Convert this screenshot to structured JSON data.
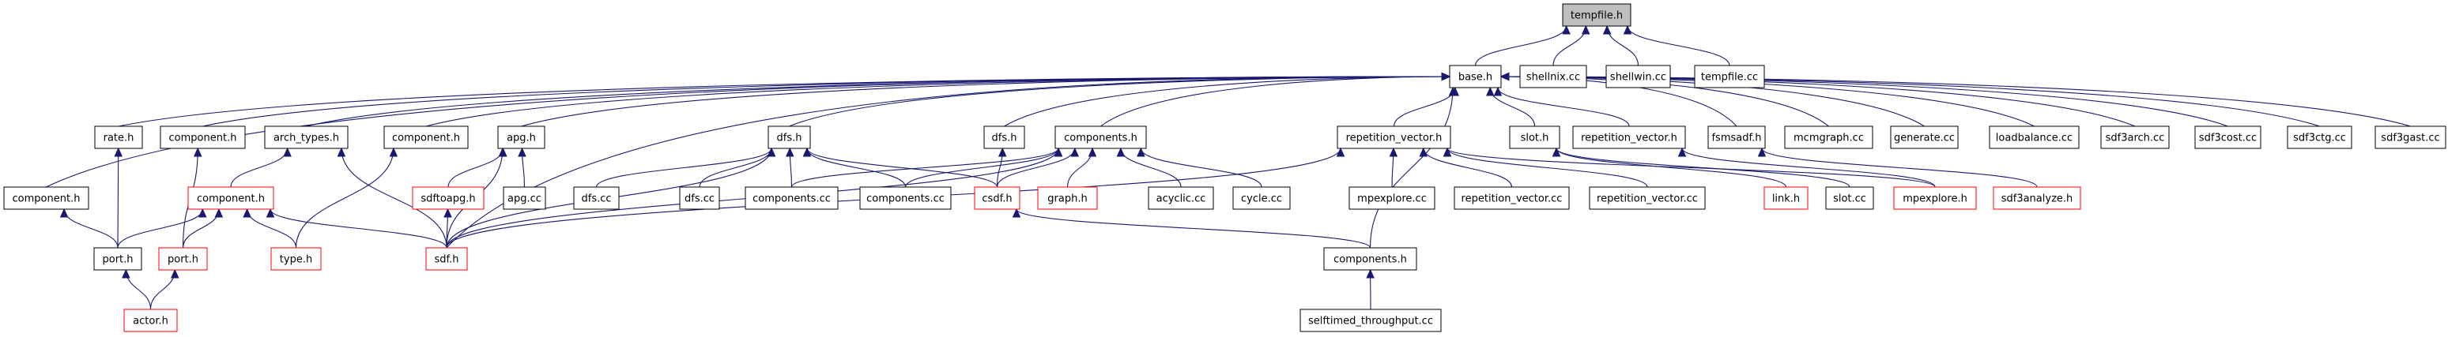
{
  "title": "tempfile.h include dependency graph",
  "colors": {
    "edge": "#191970",
    "root_fill": "#bfbfbf",
    "normal_border": "#000000",
    "truncated_border": "#ff0000"
  },
  "nodes": [
    {
      "id": "tempfile_h",
      "label": "tempfile.h",
      "type": "root"
    },
    {
      "id": "base_h",
      "label": "base.h",
      "type": "normal"
    },
    {
      "id": "shellnix_cc",
      "label": "shellnix.cc",
      "type": "normal"
    },
    {
      "id": "shellwin_cc",
      "label": "shellwin.cc",
      "type": "normal"
    },
    {
      "id": "tempfile_cc",
      "label": "tempfile.cc",
      "type": "normal"
    },
    {
      "id": "rate_h",
      "label": "rate.h",
      "type": "normal"
    },
    {
      "id": "component_h_a",
      "label": "component.h",
      "type": "normal"
    },
    {
      "id": "arch_types_h",
      "label": "arch_types.h",
      "type": "normal"
    },
    {
      "id": "component_h_b",
      "label": "component.h",
      "type": "normal"
    },
    {
      "id": "apg_h",
      "label": "apg.h",
      "type": "normal"
    },
    {
      "id": "dfs_h_a",
      "label": "dfs.h",
      "type": "normal"
    },
    {
      "id": "dfs_h_b",
      "label": "dfs.h",
      "type": "normal"
    },
    {
      "id": "components_h_a",
      "label": "components.h",
      "type": "normal"
    },
    {
      "id": "repetition_vector_h_a",
      "label": "repetition_vector.h",
      "type": "normal"
    },
    {
      "id": "slot_h",
      "label": "slot.h",
      "type": "normal"
    },
    {
      "id": "repetition_vector_h_b",
      "label": "repetition_vector.h",
      "type": "normal"
    },
    {
      "id": "fsmsadf_h",
      "label": "fsmsadf.h",
      "type": "normal"
    },
    {
      "id": "mcmgraph_cc",
      "label": "mcmgraph.cc",
      "type": "normal"
    },
    {
      "id": "generate_cc",
      "label": "generate.cc",
      "type": "normal"
    },
    {
      "id": "loadbalance_cc",
      "label": "loadbalance.cc",
      "type": "normal"
    },
    {
      "id": "sdf3arch_cc",
      "label": "sdf3arch.cc",
      "type": "normal"
    },
    {
      "id": "sdf3cost_cc",
      "label": "sdf3cost.cc",
      "type": "normal"
    },
    {
      "id": "sdf3ctg_cc",
      "label": "sdf3ctg.cc",
      "type": "normal"
    },
    {
      "id": "sdf3gast_cc",
      "label": "sdf3gast.cc",
      "type": "normal"
    },
    {
      "id": "component_h_c",
      "label": "component.h",
      "type": "normal"
    },
    {
      "id": "component_h_d",
      "label": "component.h",
      "type": "truncated"
    },
    {
      "id": "sdftoapg_h",
      "label": "sdftoapg.h",
      "type": "truncated"
    },
    {
      "id": "apg_cc",
      "label": "apg.cc",
      "type": "normal"
    },
    {
      "id": "dfs_cc_a",
      "label": "dfs.cc",
      "type": "normal"
    },
    {
      "id": "dfs_cc_b",
      "label": "dfs.cc",
      "type": "normal"
    },
    {
      "id": "components_cc_a",
      "label": "components.cc",
      "type": "normal"
    },
    {
      "id": "components_cc_b",
      "label": "components.cc",
      "type": "normal"
    },
    {
      "id": "csdf_h",
      "label": "csdf.h",
      "type": "truncated"
    },
    {
      "id": "graph_h",
      "label": "graph.h",
      "type": "truncated"
    },
    {
      "id": "acyclic_cc",
      "label": "acyclic.cc",
      "type": "normal"
    },
    {
      "id": "cycle_cc",
      "label": "cycle.cc",
      "type": "normal"
    },
    {
      "id": "mpexplore_cc",
      "label": "mpexplore.cc",
      "type": "normal"
    },
    {
      "id": "repetition_vector_cc_a",
      "label": "repetition_vector.cc",
      "type": "normal"
    },
    {
      "id": "repetition_vector_cc_b",
      "label": "repetition_vector.cc",
      "type": "normal"
    },
    {
      "id": "link_h",
      "label": "link.h",
      "type": "truncated"
    },
    {
      "id": "slot_cc",
      "label": "slot.cc",
      "type": "normal"
    },
    {
      "id": "mpexplore_h",
      "label": "mpexplore.h",
      "type": "truncated"
    },
    {
      "id": "sdf3analyze_h",
      "label": "sdf3analyze.h",
      "type": "truncated"
    },
    {
      "id": "port_h_a",
      "label": "port.h",
      "type": "normal"
    },
    {
      "id": "port_h_b",
      "label": "port.h",
      "type": "truncated"
    },
    {
      "id": "type_h",
      "label": "type.h",
      "type": "truncated"
    },
    {
      "id": "sdf_h",
      "label": "sdf.h",
      "type": "truncated"
    },
    {
      "id": "components_h_b",
      "label": "components.h",
      "type": "normal"
    },
    {
      "id": "actor_h",
      "label": "actor.h",
      "type": "truncated"
    },
    {
      "id": "selftimed_throughput_cc",
      "label": "selftimed_throughput.cc",
      "type": "normal"
    }
  ],
  "edges": [
    [
      "base_h",
      "tempfile_h"
    ],
    [
      "shellnix_cc",
      "tempfile_h"
    ],
    [
      "shellwin_cc",
      "tempfile_h"
    ],
    [
      "tempfile_cc",
      "tempfile_h"
    ],
    [
      "component_h_c",
      "base_h"
    ],
    [
      "rate_h",
      "base_h"
    ],
    [
      "component_h_a",
      "base_h"
    ],
    [
      "arch_types_h",
      "base_h"
    ],
    [
      "component_h_b",
      "base_h"
    ],
    [
      "apg_h",
      "base_h"
    ],
    [
      "dfs_h_a",
      "base_h"
    ],
    [
      "dfs_h_b",
      "base_h"
    ],
    [
      "components_h_a",
      "base_h"
    ],
    [
      "repetition_vector_h_a",
      "base_h"
    ],
    [
      "slot_h",
      "base_h"
    ],
    [
      "repetition_vector_h_b",
      "base_h"
    ],
    [
      "fsmsadf_h",
      "base_h"
    ],
    [
      "mcmgraph_cc",
      "base_h"
    ],
    [
      "generate_cc",
      "base_h"
    ],
    [
      "loadbalance_cc",
      "base_h"
    ],
    [
      "sdf3arch_cc",
      "base_h"
    ],
    [
      "sdf3cost_cc",
      "base_h"
    ],
    [
      "sdf3ctg_cc",
      "base_h"
    ],
    [
      "sdf3gast_cc",
      "base_h"
    ],
    [
      "sdf_h",
      "base_h"
    ],
    [
      "components_h_b",
      "base_h"
    ],
    [
      "port_h_a",
      "component_h_c"
    ],
    [
      "port_h_a",
      "rate_h"
    ],
    [
      "port_h_b",
      "component_h_a"
    ],
    [
      "component_h_d",
      "arch_types_h"
    ],
    [
      "sdf_h",
      "arch_types_h"
    ],
    [
      "type_h",
      "component_h_b"
    ],
    [
      "sdf_h",
      "apg_h"
    ],
    [
      "sdftoapg_h",
      "apg_h"
    ],
    [
      "apg_cc",
      "apg_h"
    ],
    [
      "dfs_cc_a",
      "dfs_h_a"
    ],
    [
      "sdf_h",
      "dfs_h_a"
    ],
    [
      "dfs_cc_b",
      "dfs_h_a"
    ],
    [
      "components_cc_a",
      "dfs_h_a"
    ],
    [
      "components_cc_b",
      "dfs_h_a"
    ],
    [
      "csdf_h",
      "dfs_h_a"
    ],
    [
      "csdf_h",
      "dfs_h_b"
    ],
    [
      "components_cc_a",
      "components_h_a"
    ],
    [
      "components_cc_b",
      "components_h_a"
    ],
    [
      "csdf_h",
      "components_h_a"
    ],
    [
      "graph_h",
      "components_h_a"
    ],
    [
      "sdf_h",
      "components_h_a"
    ],
    [
      "acyclic_cc",
      "components_h_a"
    ],
    [
      "cycle_cc",
      "components_h_a"
    ],
    [
      "sdf_h",
      "repetition_vector_h_a"
    ],
    [
      "mpexplore_cc",
      "repetition_vector_h_a"
    ],
    [
      "repetition_vector_cc_a",
      "repetition_vector_h_a"
    ],
    [
      "repetition_vector_cc_b",
      "repetition_vector_h_a"
    ],
    [
      "mpexplore_h",
      "repetition_vector_h_a"
    ],
    [
      "link_h",
      "slot_h"
    ],
    [
      "slot_cc",
      "slot_h"
    ],
    [
      "mpexplore_h",
      "repetition_vector_h_b"
    ],
    [
      "sdf3analyze_h",
      "fsmsadf_h"
    ],
    [
      "port_h_a",
      "component_h_d"
    ],
    [
      "port_h_b",
      "component_h_d"
    ],
    [
      "type_h",
      "component_h_d"
    ],
    [
      "sdf_h",
      "component_h_d"
    ],
    [
      "sdf_h",
      "sdftoapg_h"
    ],
    [
      "components_h_b",
      "csdf_h"
    ],
    [
      "actor_h",
      "port_h_a"
    ],
    [
      "actor_h",
      "port_h_b"
    ],
    [
      "selftimed_throughput_cc",
      "components_h_b"
    ]
  ]
}
